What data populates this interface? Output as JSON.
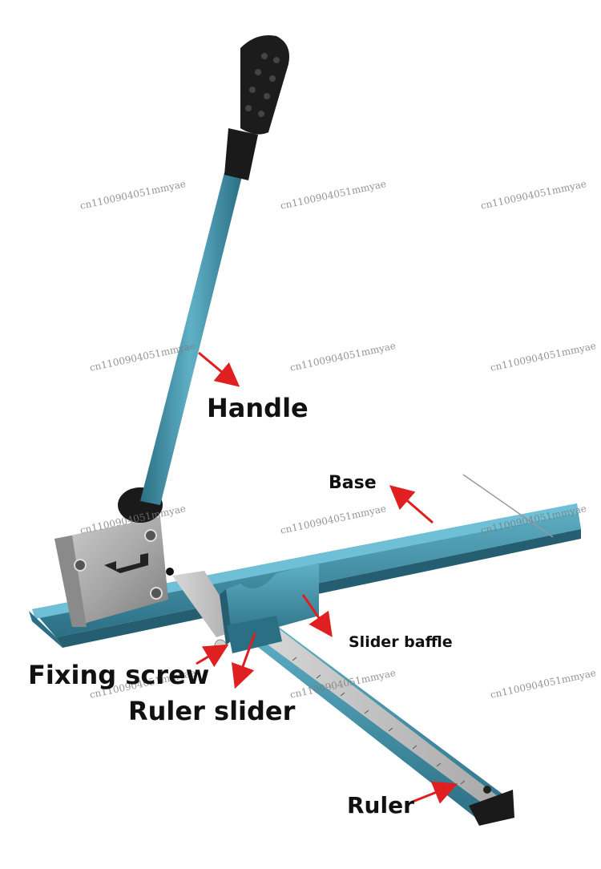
{
  "labels": {
    "handle": "Handle",
    "base": "Base",
    "slider_baffle": "Slider baffle",
    "fixing_screw": "Fixing screw",
    "ruler_slider": "Ruler slider",
    "ruler": "Ruler"
  },
  "watermark": "cn1100904051mmyae",
  "colors": {
    "tool_blue": "#3b8ea6",
    "tool_blue_dark": "#2b6f84",
    "tool_blue_light": "#5fb0c6",
    "steel": "#9a9a9a",
    "arrow_red": "#e02020",
    "grip_black": "#1a1a1a"
  }
}
